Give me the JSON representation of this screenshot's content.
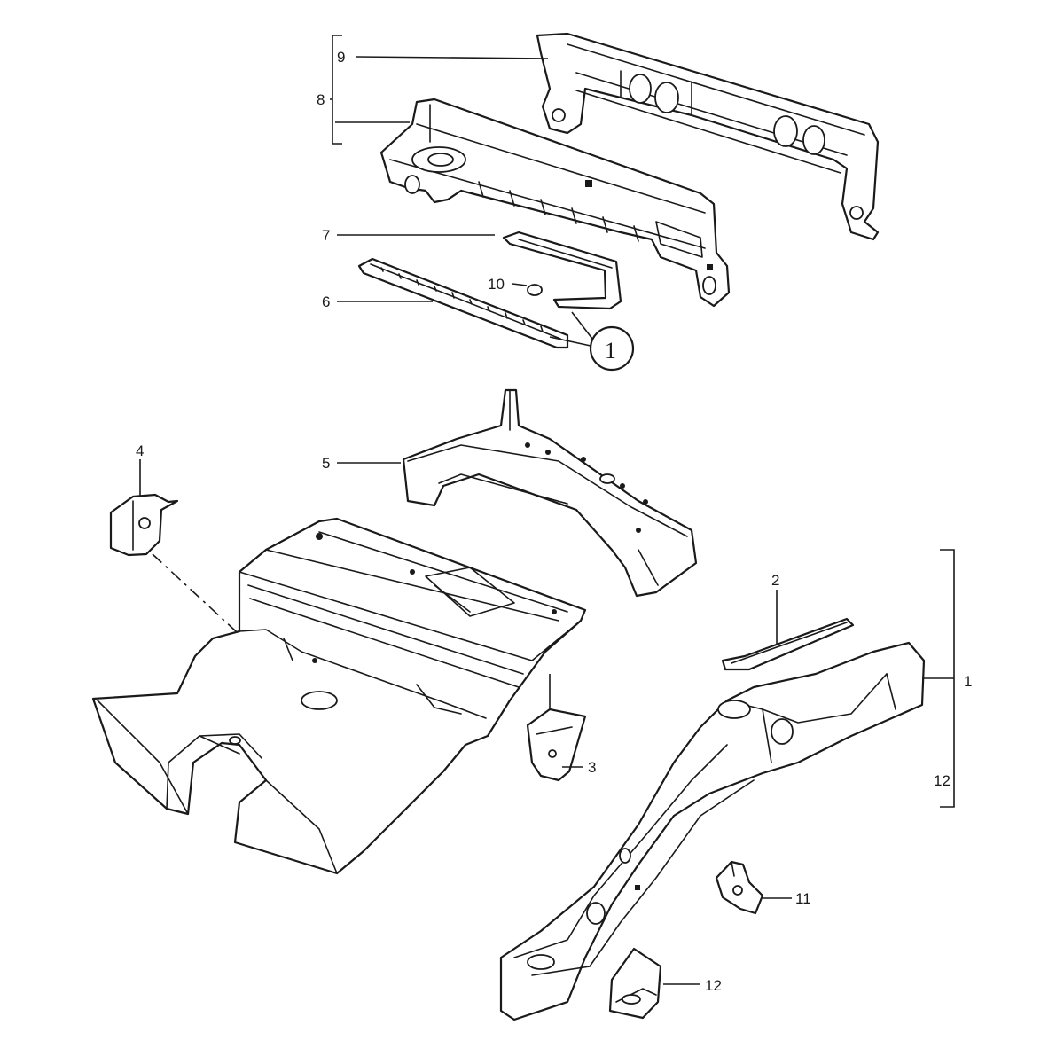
{
  "labels": {
    "p1": "1",
    "p2": "2",
    "p3": "3",
    "p4": "4",
    "p5": "5",
    "p6": "6",
    "p7": "7",
    "p8": "8",
    "p9": "9",
    "p10": "10",
    "p11": "11",
    "p12a": "12",
    "p12b": "12",
    "detail_marker": "1"
  },
  "colors": {
    "ink": "#1a1a1a",
    "paper": "#ffffff"
  }
}
